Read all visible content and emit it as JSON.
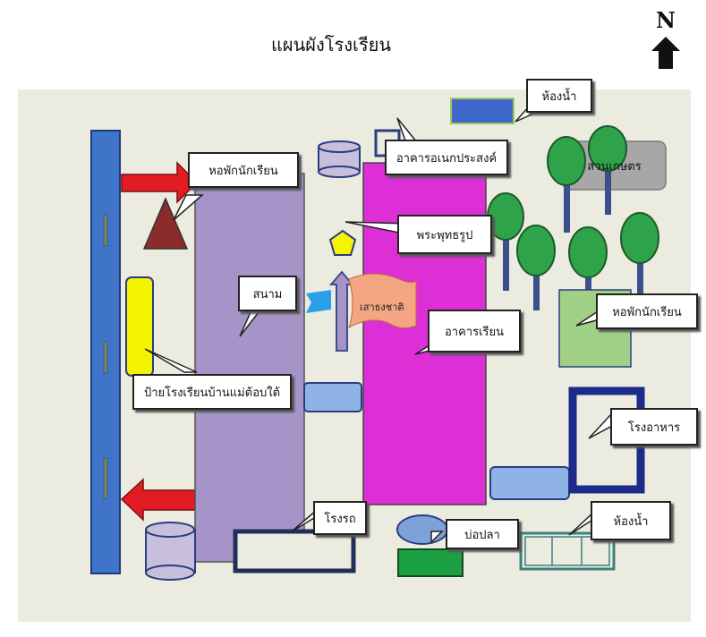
{
  "map": {
    "title": "แผนผังโรงเรียน",
    "north_label": "N",
    "labels": {
      "toilet_top": "ห้องน้ำ",
      "multipurpose": "อาคารอเนกประสงค์",
      "garden": "สวนเกษตร",
      "dorm_left": "หอพักนักเรียน",
      "buddha": "พระพุทธรูป",
      "field": "สนาม",
      "flagpole": "เสาธงชาติ",
      "classroom": "อาคารเรียน",
      "dorm_right": "หอพักนักเรียน",
      "school_sign": "ป้ายโรงเรียนบ้านแม่ต้อบใต้",
      "canteen": "โรงอาหาร",
      "garage": "โรงรถ",
      "fishpond": "บ่อปลา",
      "toilet_bottom": "ห้องน้ำ"
    },
    "colors": {
      "background": "#ecebe0",
      "road": "#3f74c9",
      "field": "#a694c8",
      "classroom": "#dd2fd6",
      "arrow": "#e31b23",
      "dorm_triangle": "#8b2b2b",
      "sign": "#f4f400",
      "tree": "#2fa34a",
      "trunk": "#3a4f8c",
      "dorm_right": "#a0cf86",
      "canteen": "#1c2a8a",
      "garden": "#a7a7a7",
      "fishpond_box": "#1da043",
      "tank": "#c7bfdc",
      "pavilion": "#8fb3e6",
      "flag": "#f4a582"
    }
  }
}
